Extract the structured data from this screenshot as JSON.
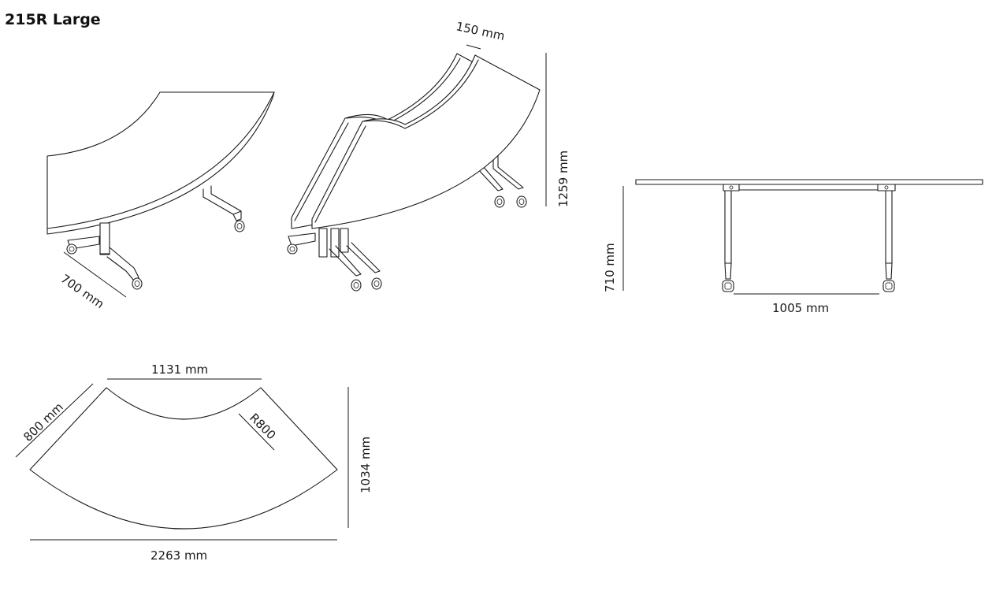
{
  "title": "215R Large",
  "dimensions": {
    "top_depth": "700 mm",
    "nest_offset": "150 mm",
    "nested_depth": "1259 mm",
    "height": "710 mm",
    "leg_span": "1005 mm",
    "inner_chord": "1131 mm",
    "side_width": "800 mm",
    "inner_radius": "R800",
    "plan_depth": "1034 mm",
    "overall_width": "2263 mm"
  }
}
